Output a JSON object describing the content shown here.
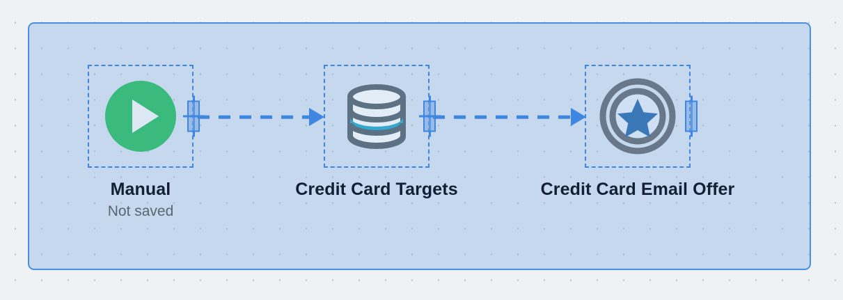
{
  "canvas": {
    "background_color": "#eff2f5",
    "grid": "dot-grid",
    "selection": {
      "name": "selection-rectangle",
      "fill_color": "#c6dbf0",
      "border_color": "#4a8ee0"
    }
  },
  "diagram": {
    "type": "flow",
    "accent_color": "#3f86e0",
    "nodes": [
      {
        "id": "manual",
        "label": "Manual",
        "sublabel": "Not saved",
        "icon": "play-circle-icon",
        "icon_color": "#3aba7d",
        "selected": true,
        "port": {
          "name": "output-port",
          "has_plus": true
        }
      },
      {
        "id": "credit-card-targets",
        "label": "Credit Card Targets",
        "sublabel": "",
        "icon": "database-cylinder-icon",
        "icon_color": "#5d7184",
        "accent_band_color": "#35a8d0",
        "selected": true,
        "port": {
          "name": "output-port",
          "has_plus": true
        }
      },
      {
        "id": "credit-card-email-offer",
        "label": "Credit Card Email Offer",
        "sublabel": "",
        "icon": "shield-star-badge-icon",
        "icon_color": "#5d7184",
        "star_color": "#3a78b8",
        "selected": true,
        "port": {
          "name": "output-port",
          "has_plus": false
        }
      }
    ],
    "edges": [
      {
        "id": "edge-1",
        "from": "manual",
        "to": "credit-card-targets",
        "style": "dashed-arrow"
      },
      {
        "id": "edge-2",
        "from": "credit-card-targets",
        "to": "credit-card-email-offer",
        "style": "dashed-arrow"
      }
    ]
  }
}
